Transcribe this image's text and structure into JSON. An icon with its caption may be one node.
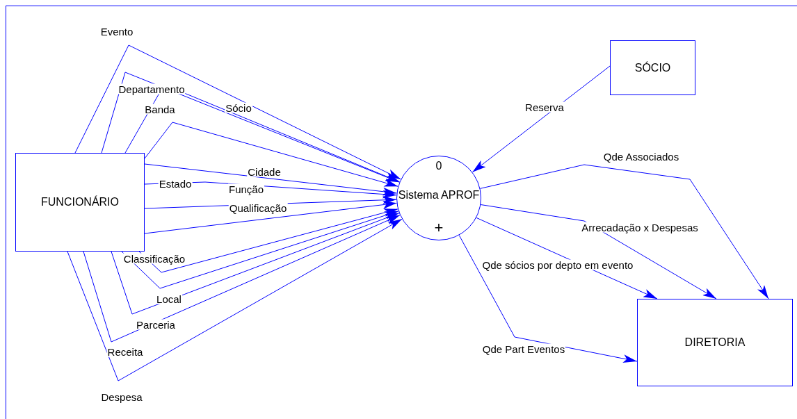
{
  "diagram": {
    "nodes": [
      {
        "text": [
          "FUNCIONÁRIO"
        ]
      },
      {
        "text": [
          "0",
          "Sistema APROF",
          "+"
        ]
      },
      {
        "text": [
          "SÓCIO"
        ]
      },
      {
        "text": [
          "DIRETORIA"
        ]
      }
    ],
    "edges": [
      {
        "from": 0,
        "to": 1,
        "arrow": "to",
        "label": "Evento"
      },
      {
        "from": 0,
        "to": 1,
        "arrow": "to",
        "label": "Departamento"
      },
      {
        "from": 0,
        "to": 1,
        "arrow": "to",
        "label": "Sócio"
      },
      {
        "from": 0,
        "to": 1,
        "arrow": "to",
        "label": "Banda"
      },
      {
        "from": 0,
        "to": 1,
        "arrow": "to",
        "label": "Cidade"
      },
      {
        "from": 0,
        "to": 1,
        "arrow": "to",
        "label": "Estado"
      },
      {
        "from": 0,
        "to": 1,
        "arrow": "to",
        "label": "Função"
      },
      {
        "from": 0,
        "to": 1,
        "arrow": "to",
        "label": "Qualificação"
      },
      {
        "from": 0,
        "to": 1,
        "arrow": "to",
        "label": "Classificação"
      },
      {
        "from": 0,
        "to": 1,
        "arrow": "to",
        "label": "Local"
      },
      {
        "from": 0,
        "to": 1,
        "arrow": "to",
        "label": "Parceria"
      },
      {
        "from": 0,
        "to": 1,
        "arrow": "to",
        "label": "Receita"
      },
      {
        "from": 0,
        "to": 1,
        "arrow": "to",
        "label": "Despesa"
      },
      {
        "from": 2,
        "to": 1,
        "arrow": "to",
        "label": "Reserva"
      },
      {
        "from": 1,
        "to": 3,
        "arrow": "to",
        "label": "Qde Associados"
      },
      {
        "from": 1,
        "to": 3,
        "arrow": "to",
        "label": "Arrecadação x Despesas"
      },
      {
        "from": 1,
        "to": 3,
        "arrow": "to",
        "label": "Qde sócios por depto em evento"
      },
      {
        "from": 1,
        "to": 3,
        "arrow": "to",
        "label": "Qde Part Eventos"
      }
    ]
  }
}
